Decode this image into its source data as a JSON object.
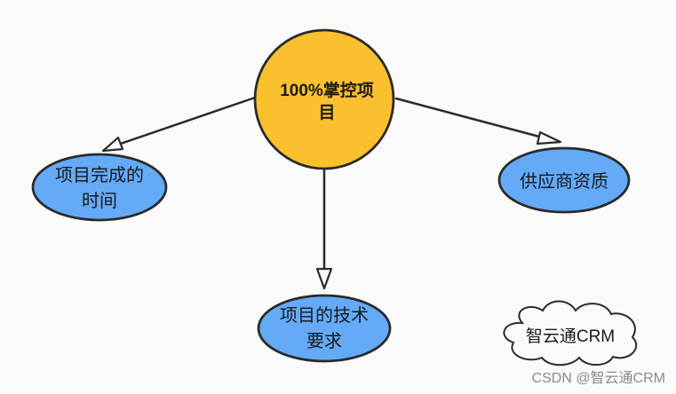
{
  "center": {
    "lines": [
      "100%掌控项",
      "目"
    ]
  },
  "nodes": [
    {
      "id": "time",
      "lines": [
        "项目完成的",
        "时间"
      ]
    },
    {
      "id": "tech",
      "lines": [
        "项目的技术",
        "要求"
      ]
    },
    {
      "id": "supplier",
      "lines": [
        "供应商资质"
      ]
    }
  ],
  "cloud": {
    "text": "智云通CRM"
  },
  "watermark": "CSDN @智云通CRM",
  "colors": {
    "center_fill": "#fbc02d",
    "node_fill": "#64aaf7",
    "stroke": "#2b2b2b",
    "cloud_fill": "#fafafa",
    "background": "#fafafa"
  }
}
